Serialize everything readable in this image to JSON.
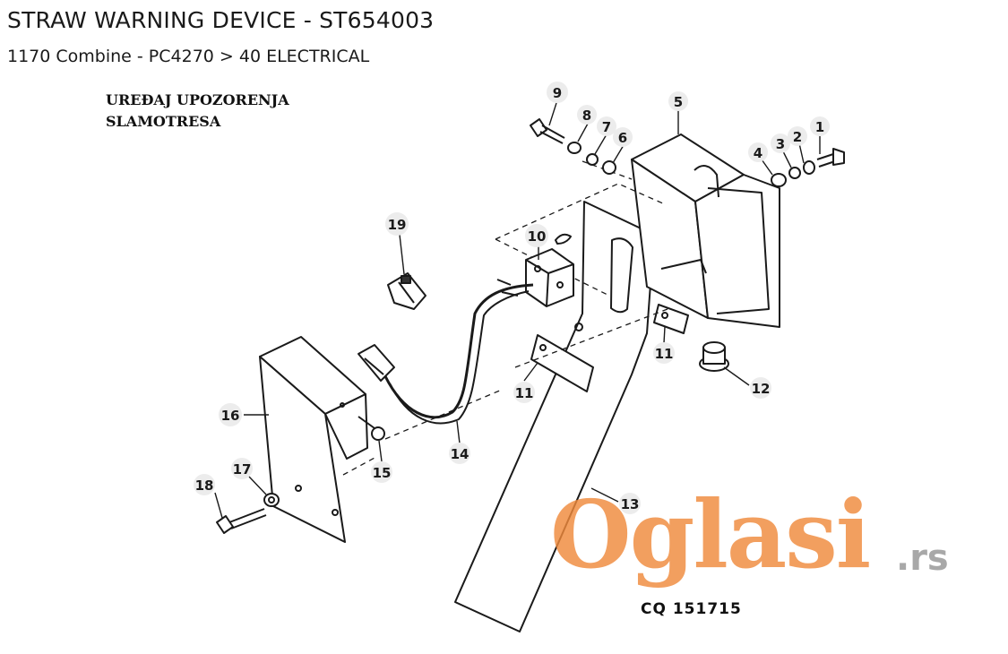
{
  "header": {
    "title": "STRAW WARNING DEVICE - ST654003",
    "subtitle": "1170 Combine - PC4270 > 40 ELECTRICAL"
  },
  "label": {
    "line1": "UREĐAJ UPOZORENJA",
    "line2": "SLAMOTRESA"
  },
  "callouts": [
    "1",
    "2",
    "3",
    "4",
    "5",
    "6",
    "7",
    "8",
    "9",
    "10",
    "11",
    "11",
    "12",
    "13",
    "14",
    "15",
    "16",
    "17",
    "18",
    "19"
  ],
  "diagram_code": "CQ  151715",
  "watermark": {
    "text": "Oglasi",
    "suffix": ".rs",
    "color": "#f08a3c"
  }
}
